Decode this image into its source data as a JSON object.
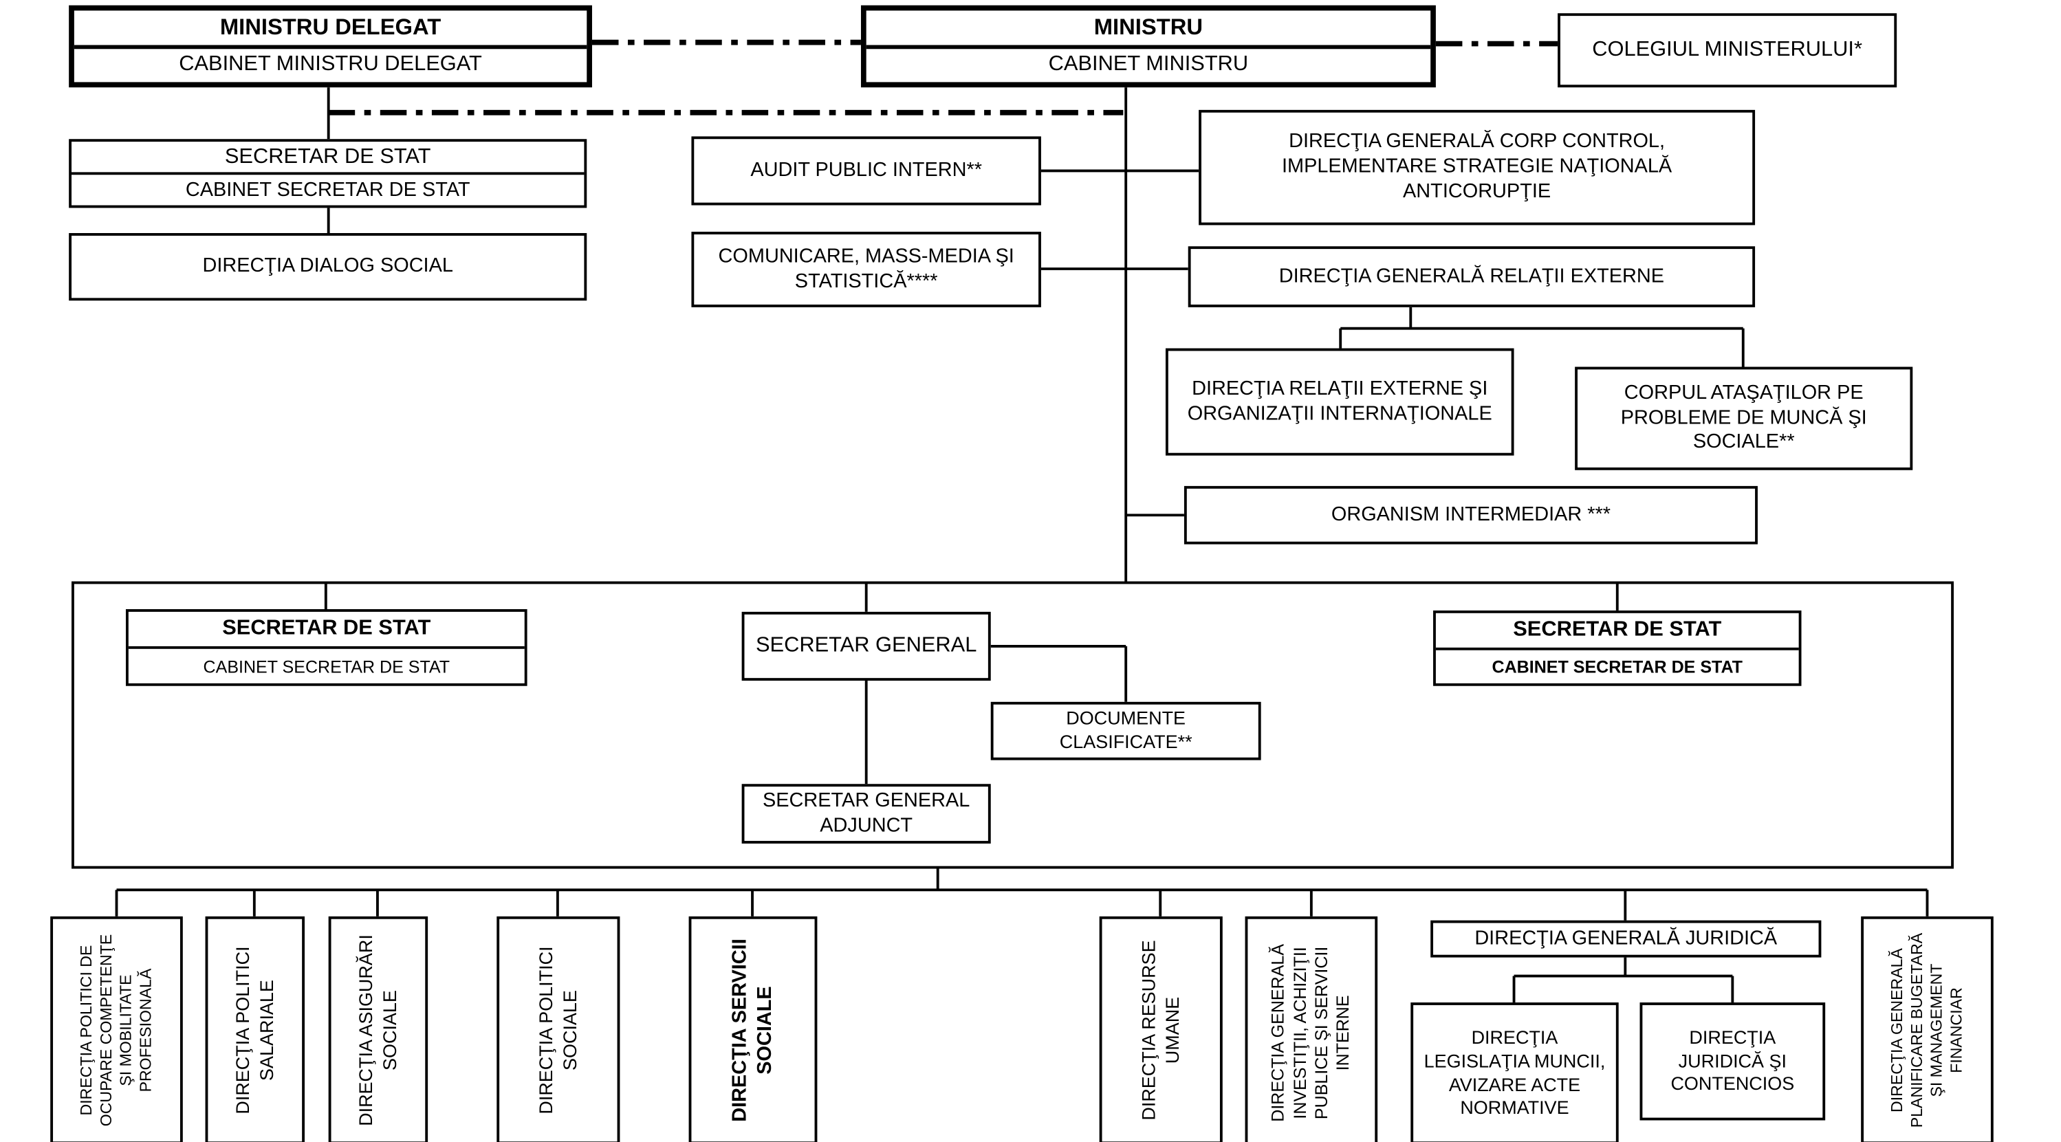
{
  "colors": {
    "background": "#ffffff",
    "line": "#000000",
    "box_border": "#000000"
  },
  "nodes": {
    "ministru_delegat": {
      "title": "MINISTRU DELEGAT",
      "subtitle": "CABINET MINISTRU DELEGAT"
    },
    "ministru": {
      "title": "MINISTRU",
      "subtitle": "CABINET MINISTRU"
    },
    "colegiul": {
      "label": "COLEGIUL MINISTERULUI*"
    },
    "secretar_stat_delegat": {
      "title": "SECRETAR DE STAT",
      "subtitle": "CABINET SECRETAR DE STAT"
    },
    "dialog_social": {
      "label": "DIRECŢIA DIALOG SOCIAL"
    },
    "audit": {
      "label": "AUDIT PUBLIC INTERN**"
    },
    "comunicare": {
      "label": [
        "COMUNICARE, MASS-MEDIA ŞI",
        "STATISTICĂ****"
      ]
    },
    "corp_control": {
      "label": [
        "DIRECŢIA GENERALĂ CORP CONTROL,",
        "IMPLEMENTARE STRATEGIE NAŢIONALĂ",
        "ANTICORUPŢIE"
      ]
    },
    "relatii_externe": {
      "label": "DIRECŢIA GENERALĂ RELAŢII EXTERNE"
    },
    "relatii_externe_org": {
      "label": [
        "DIRECŢIA RELAŢII EXTERNE ŞI",
        "ORGANIZAŢII INTERNAŢIONALE"
      ]
    },
    "corpul_atasatilor": {
      "label": [
        "CORPUL ATAŞAŢILOR PE",
        "PROBLEME DE MUNCĂ ŞI",
        "SOCIALE**"
      ]
    },
    "organism_intermediar": {
      "label": "ORGANISM INTERMEDIAR ***"
    },
    "secretar_stat_left": {
      "title": "SECRETAR DE STAT",
      "subtitle": "CABINET SECRETAR DE STAT"
    },
    "secretar_general": {
      "label": "SECRETAR GENERAL"
    },
    "secretar_stat_right": {
      "title": "SECRETAR DE STAT",
      "subtitle": "CABINET SECRETAR DE STAT"
    },
    "documente_clasificate": {
      "label": [
        "DOCUMENTE",
        "CLASIFICATE**"
      ]
    },
    "secretar_general_adjunct": {
      "label": [
        "SECRETAR GENERAL",
        "ADJUNCT"
      ]
    },
    "dir_ocupare": {
      "label": [
        "DIRECŢIA POLITICI DE",
        "OCUPARE COMPETENŢE",
        "ŞI MOBILITATE",
        "PROFESIONALĂ"
      ]
    },
    "dir_politici_salariale": {
      "label": [
        "DIRECŢIA POLITICI",
        "SALARIALE"
      ]
    },
    "dir_asigurari_sociale": {
      "label": [
        "DIRECŢIA ASIGURĂRI",
        "SOCIALE"
      ]
    },
    "dir_politici_sociale": {
      "label": [
        "DIRECŢIA POLITICI",
        "SOCIALE"
      ]
    },
    "dir_servicii_sociale": {
      "label": [
        "DIRECŢIA SERVICII",
        "SOCIALE"
      ]
    },
    "dir_resurse_umane": {
      "label": [
        "DIRECŢIA RESURSE",
        "UMANE"
      ]
    },
    "dir_investitii": {
      "label": [
        "DIRECŢIA GENERALĂ",
        "INVESTIŢII, ACHIZIŢII",
        "PUBLICE ŞI SERVICII",
        "INTERNE"
      ]
    },
    "dir_gen_juridica": {
      "label": "DIRECŢIA GENERALĂ JURIDICĂ"
    },
    "dir_legislatia_muncii": {
      "label": [
        "DIRECŢIA",
        "LEGISLAŢIA MUNCII,",
        "AVIZARE ACTE",
        "NORMATIVE"
      ]
    },
    "dir_juridica_contencios": {
      "label": [
        "DIRECŢIA",
        "JURIDICĂ ŞI",
        "CONTENCIOS"
      ]
    },
    "dir_planificare": {
      "label": [
        "DIRECŢIA GENERALĂ",
        "PLANIFICARE BUGETARĂ",
        "ŞI MANAGEMENT",
        "FINANCIAR"
      ]
    }
  }
}
